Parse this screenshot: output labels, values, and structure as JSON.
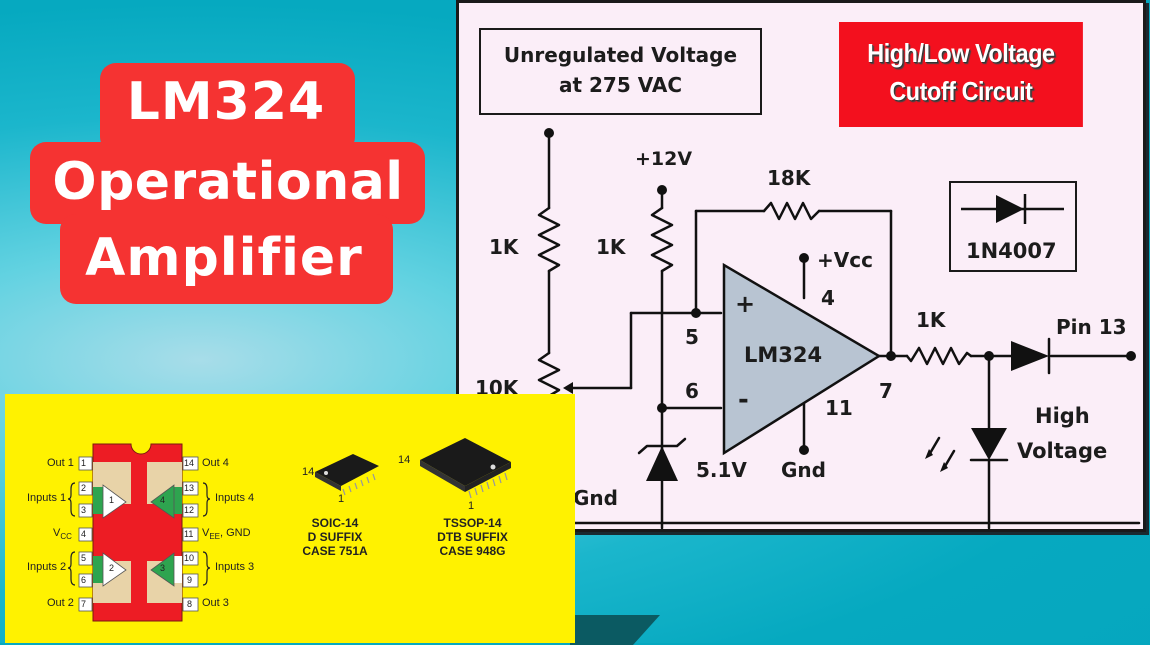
{
  "title_badge": {
    "line1": "LM324",
    "line2": "Operational",
    "line3": "Amplifier",
    "color": "#f53332"
  },
  "schematic": {
    "source_box": {
      "line1": "Unregulated Voltage",
      "line2": "at 275 VAC"
    },
    "red_title": {
      "line1": "High/Low Voltage",
      "line2": "Cutoff Circuit",
      "color": "#f3101e"
    },
    "diode_legend": {
      "label": "1N4007"
    },
    "labels": {
      "r1": "1K",
      "r2": "1K",
      "pot": "10K",
      "supply": "+12V",
      "feedback": "18K",
      "vcc": "+Vcc",
      "pin4": "4",
      "pin5": "5",
      "pin6": "6",
      "pin7": "7",
      "pin11": "11",
      "opamp": "LM324",
      "plus": "+",
      "minus": "-",
      "zener": "5.1V",
      "gnd_opamp": "Gnd",
      "gnd_left": "Gnd",
      "out_resistor": "1K",
      "pin13": "Pin 13",
      "led_line1": "High",
      "led_line2": "Voltage"
    }
  },
  "pinout": {
    "left_pins": [
      {
        "num": "1",
        "label": "Out 1"
      },
      {
        "num": "2",
        "label": ""
      },
      {
        "num": "3",
        "label": ""
      },
      {
        "num": "4",
        "label": "VCC"
      },
      {
        "num": "5",
        "label": ""
      },
      {
        "num": "6",
        "label": ""
      },
      {
        "num": "7",
        "label": "Out 2"
      }
    ],
    "right_pins": [
      {
        "num": "14",
        "label": "Out 4"
      },
      {
        "num": "13",
        "label": ""
      },
      {
        "num": "12",
        "label": ""
      },
      {
        "num": "11",
        "label": "VEE, GND"
      },
      {
        "num": "10",
        "label": ""
      },
      {
        "num": "9",
        "label": ""
      },
      {
        "num": "8",
        "label": "Out 3"
      }
    ],
    "groups": {
      "inputs1": "Inputs 1",
      "inputs2": "Inputs 2",
      "inputs3": "Inputs 3",
      "inputs4": "Inputs 4"
    },
    "vcc_main": "V",
    "vcc_sub": "CC",
    "vee_main": "V",
    "vee_sub": "EE",
    "vee_rest": ", GND",
    "amps": [
      "1",
      "2",
      "3",
      "4"
    ],
    "packages": [
      {
        "pin_top": "14",
        "pin_bottom": "1",
        "line1": "SOIC-14",
        "line2": "D SUFFIX",
        "line3": "CASE 751A"
      },
      {
        "pin_top": "14",
        "pin_bottom": "1",
        "line1": "TSSOP-14",
        "line2": "DTB SUFFIX",
        "line3": "CASE 948G"
      }
    ]
  }
}
